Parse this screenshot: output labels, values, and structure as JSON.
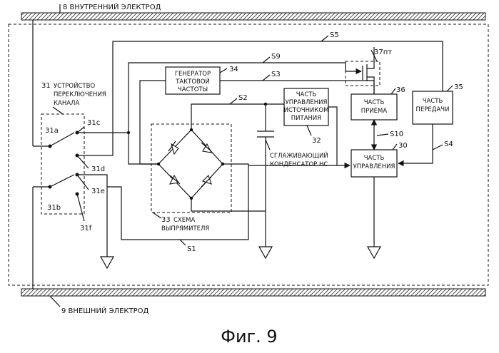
{
  "electrodes": {
    "inner": "8 ВНУТРЕННИЙ ЭЛЕКТРОД",
    "outer": "9 ВНЕШНИЙ ЭЛЕКТРОД"
  },
  "signals": {
    "s1": "S1",
    "s2": "S2",
    "s3": "S3",
    "s4": "S4",
    "s5": "S5",
    "s9": "S9",
    "s10": "S10"
  },
  "switch_device": {
    "number": "31",
    "line1": "УСТРОЙСТВО",
    "line2": "ПЕРЕКЛЮЧЕНИЯ",
    "line3": "КАНАЛА",
    "t31a": "31a",
    "t31b": "31b",
    "t31c": "31c",
    "t31d": "31d",
    "t31e": "31e",
    "t31f": "31f"
  },
  "clock_gen": {
    "line1": "ГЕНЕРАТОР",
    "line2": "ТАКТОВОЙ",
    "line3": "ЧАСТОТЫ",
    "number": "34"
  },
  "power_ctrl": {
    "line1": "ЧАСТЬ",
    "line2": "УПРАВЛЕНИЯ",
    "line3": "ИСТОЧНИКОМ",
    "line4": "ПИТАНИЯ",
    "number": "32"
  },
  "rectifier": {
    "number": "33",
    "line1": "СХЕМА",
    "line2": "ВЫПРЯМИТЕЛЯ"
  },
  "capacitor": {
    "line1": "СГЛАЖИВАЮЩИЙ",
    "line2": "КОНДЕНСАТОР НС"
  },
  "transistor": {
    "label": "37пт"
  },
  "receive": {
    "line1": "ЧАСТЬ",
    "line2": "ПРИЕМА",
    "number": "36"
  },
  "transmit": {
    "line1": "ЧАСТЬ",
    "line2": "ПЕРЕДАЧИ",
    "number": "35"
  },
  "control": {
    "line1": "ЧАСТЬ",
    "line2": "УПРАВЛЕНИЯ",
    "number": "30"
  },
  "caption": "Фиг. 9"
}
